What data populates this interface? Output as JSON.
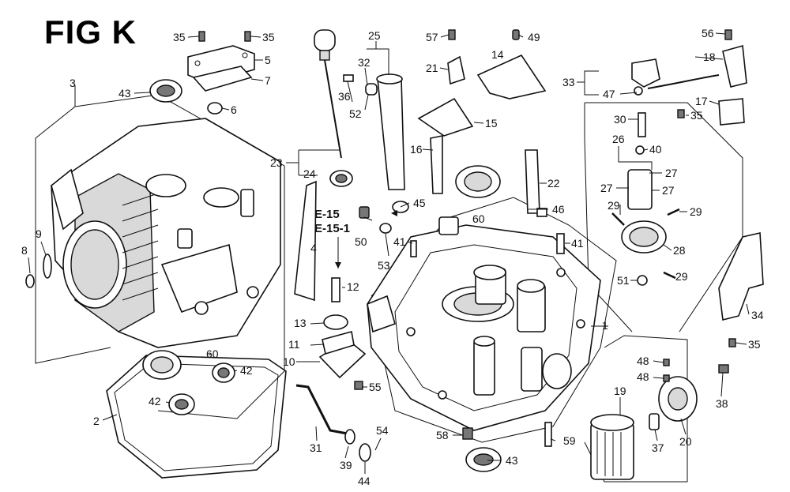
{
  "figure": {
    "title": "FIG K"
  },
  "refs": {
    "e15": "E-15",
    "e151": "E-15-1"
  },
  "labels": {
    "l1": "1",
    "l2": "2",
    "l3": "3",
    "l4": "4",
    "l5": "5",
    "l6": "6",
    "l7": "7",
    "l8": "8",
    "l9": "9",
    "l10": "10",
    "l11": "11",
    "l12": "12",
    "l13": "13",
    "l14": "14",
    "l15": "15",
    "l16": "16",
    "l17": "17",
    "l18": "18",
    "l19": "19",
    "l20": "20",
    "l21": "21",
    "l22": "22",
    "l23": "23",
    "l24": "24",
    "l25": "25",
    "l26": "26",
    "l27a": "27",
    "l27b": "27",
    "l27c": "27",
    "l28": "28",
    "l29a": "29",
    "l29b": "29",
    "l29c": "29",
    "l30": "30",
    "l31": "31",
    "l32": "32",
    "l33": "33",
    "l34": "34",
    "l35a": "35",
    "l35b": "35",
    "l35c": "35",
    "l35d": "35",
    "l36": "36",
    "l37": "37",
    "l38": "38",
    "l39": "39",
    "l40": "40",
    "l41a": "41",
    "l41b": "41",
    "l42a": "42",
    "l42b": "42",
    "l43a": "43",
    "l43b": "43",
    "l44": "44",
    "l45": "45",
    "l46": "46",
    "l47": "47",
    "l48a": "48",
    "l48b": "48",
    "l49": "49",
    "l50": "50",
    "l51": "51",
    "l52": "52",
    "l53": "53",
    "l54": "54",
    "l55": "55",
    "l56": "56",
    "l57": "57",
    "l58": "58",
    "l59": "59",
    "l60a": "60",
    "l60b": "60"
  }
}
